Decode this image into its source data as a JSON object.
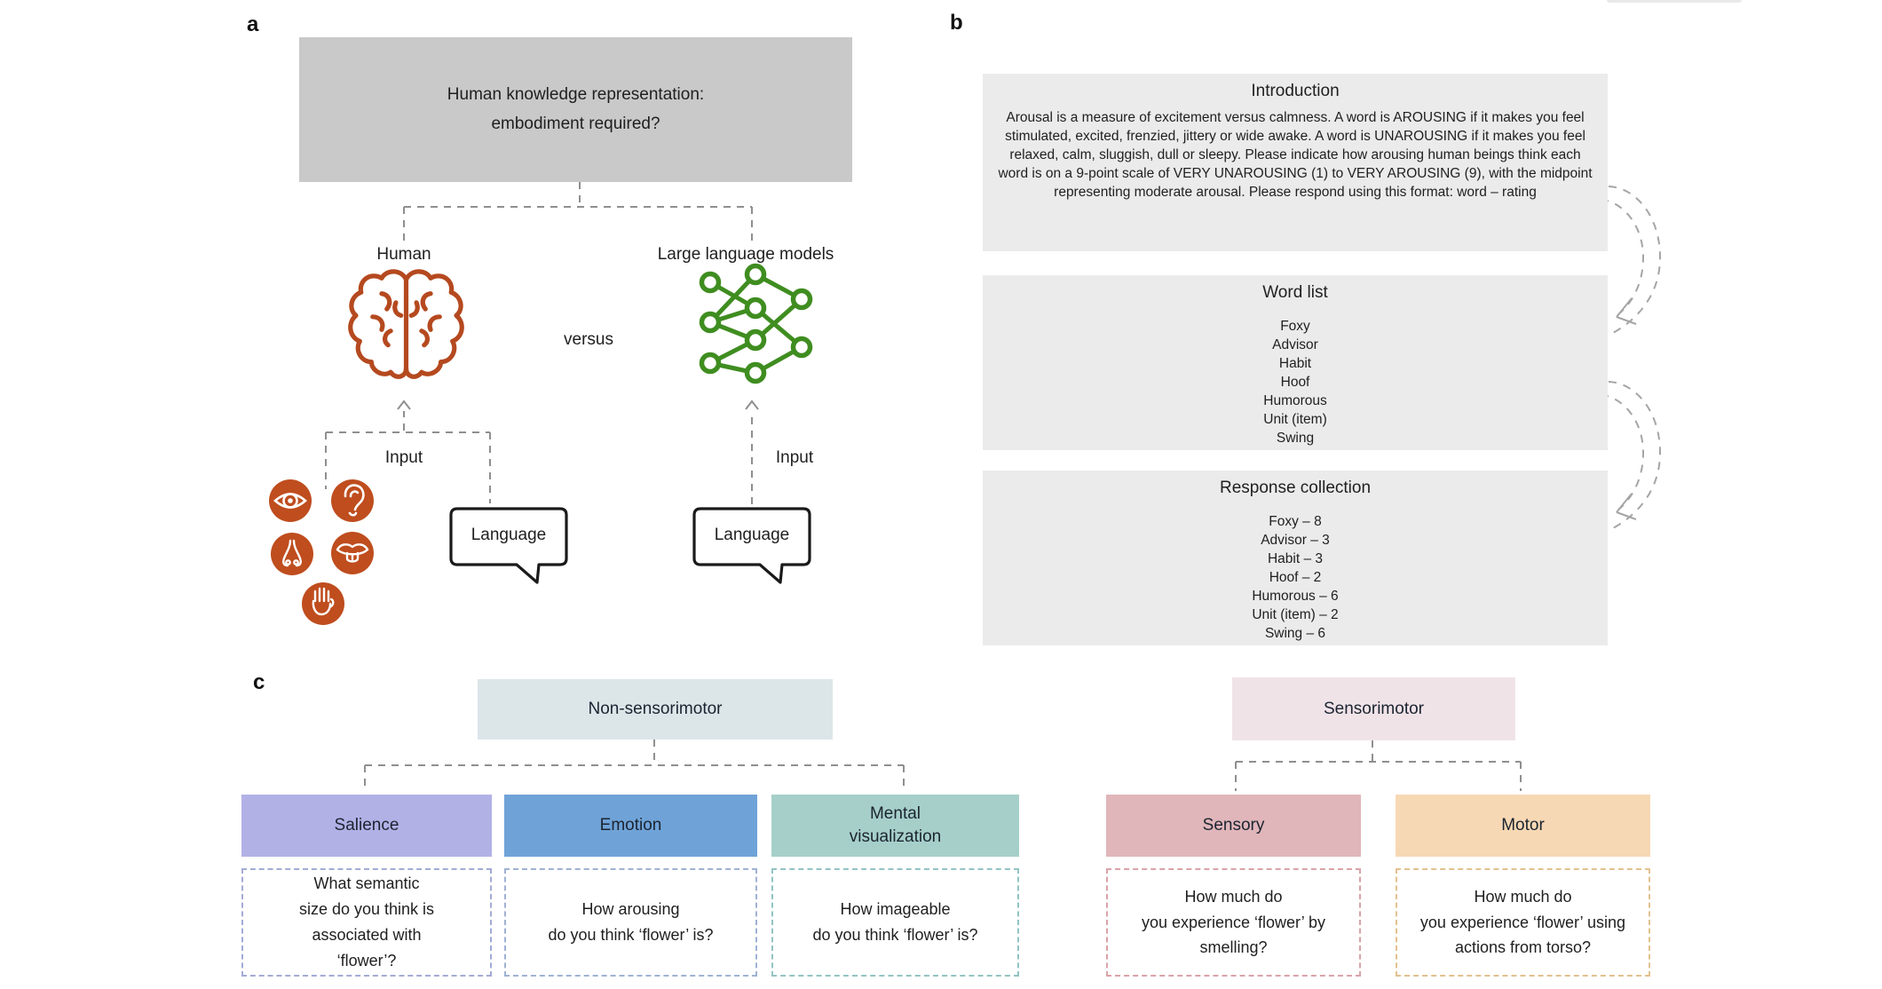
{
  "panel_a": {
    "label": "a",
    "title": "Human knowledge representation:\nembodiment required?",
    "left_branch_label": "Human",
    "right_branch_label": "Large language models",
    "versus_label": "versus",
    "left_input_label": "Input",
    "right_input_label": "Input",
    "left_bubble_label": "Language",
    "right_bubble_label": "Language",
    "sense_icons": [
      "vision",
      "hearing",
      "smell",
      "taste",
      "touch"
    ],
    "colors": {
      "title_box_bg": "#c9c9c9",
      "brain": "#b5491f",
      "sense_circle": "#bf4d1e",
      "network": "#3f8d20",
      "connector": "#8f8f8f",
      "bubble_border": "#1a1a1a"
    }
  },
  "panel_b": {
    "label": "b",
    "intro": {
      "title": "Introduction",
      "body": "Arousal is a measure of excitement versus calmness. A word is AROUSING if it makes you feel stimulated, excited, frenzied, jittery or wide awake. A word is UNAROUSING if it makes you feel relaxed, calm, sluggish, dull or sleepy. Please indicate how arousing human beings think each word is on a 9-point scale of VERY UNAROUSING (1) to VERY AROUSING (9), with the midpoint representing moderate arousal. Please respond using this format: word – rating"
    },
    "word_list": {
      "title": "Word list",
      "items": [
        "Foxy",
        "Advisor",
        "Habit",
        "Hoof",
        "Humorous",
        "Unit (item)",
        "Swing"
      ]
    },
    "response_collection": {
      "title": "Response collection",
      "items": [
        "Foxy – 8",
        "Advisor – 3",
        "Habit – 3",
        "Hoof – 2",
        "Humorous – 6",
        "Unit (item) – 2",
        "Swing – 6"
      ]
    },
    "colors": {
      "box_bg": "#ebebeb",
      "arrow": "#a5a5a5"
    }
  },
  "panel_c": {
    "label": "c",
    "groups": [
      {
        "header": "Non-sensorimotor",
        "header_bg": "#dce6e9",
        "children": [
          {
            "name": "Salience",
            "bg": "#b2b1e6",
            "question_border": "#a3abd6",
            "question": "What semantic\nsize do you think is\nassociated with\n‘flower’?"
          },
          {
            "name": "Emotion",
            "bg": "#6fa3d8",
            "question_border": "#9fb2d4",
            "question": "How arousing\ndo you think ‘flower’ is?"
          },
          {
            "name": "Mental\nvisualization",
            "bg": "#a6cfc9",
            "question_border": "#93c3c3",
            "question": "How imageable\ndo you think ‘flower’ is?"
          }
        ]
      },
      {
        "header": "Sensorimotor",
        "header_bg": "#f0e3e8",
        "children": [
          {
            "name": "Sensory",
            "bg": "#e0b6ba",
            "question_border": "#d9a3a8",
            "question": "How much do\nyou experience ‘flower’ by\nsmelling?"
          },
          {
            "name": "Motor",
            "bg": "#f7d8b4",
            "question_border": "#e3c18f",
            "question": "How much do\nyou experience ‘flower’ using\nactions from torso?"
          }
        ]
      }
    ]
  }
}
